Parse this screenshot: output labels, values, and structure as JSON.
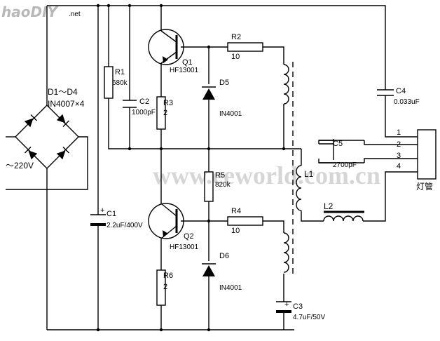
{
  "logo": {
    "text": "haoDIY",
    "suffix": ".net"
  },
  "watermark": "www.eeworld.com.cn",
  "bridge": {
    "label": "D1～D4",
    "part": "IN4007×4"
  },
  "mains": "～220V",
  "components": {
    "R1": {
      "name": "R1",
      "value": "680k"
    },
    "R2": {
      "name": "R2",
      "value": "10"
    },
    "R3": {
      "name": "R3",
      "value": "2"
    },
    "R4": {
      "name": "R4",
      "value": "10"
    },
    "R5": {
      "name": "R5",
      "value": "820k"
    },
    "R6": {
      "name": "R6",
      "value": "2"
    },
    "C1": {
      "name": "C1",
      "value": "2.2uF/400V"
    },
    "C2": {
      "name": "C2",
      "value": "1000pF"
    },
    "C3": {
      "name": "C3",
      "value": "4.7uF/50V"
    },
    "C4": {
      "name": "C4",
      "value": "0.033uF"
    },
    "C5": {
      "name": "C5",
      "value": "2700pF"
    },
    "Q1": {
      "name": "Q1",
      "part": "HF13001"
    },
    "Q2": {
      "name": "Q2",
      "part": "HF13001"
    },
    "D5": {
      "name": "D5",
      "part": "IN4001"
    },
    "D6": {
      "name": "D6",
      "part": "IN4001"
    },
    "L1": {
      "name": "L1"
    },
    "L2": {
      "name": "L2"
    }
  },
  "lamp": {
    "label": "灯管",
    "pins": [
      "1",
      "2",
      "3",
      "4"
    ]
  },
  "plus_sign": "+"
}
